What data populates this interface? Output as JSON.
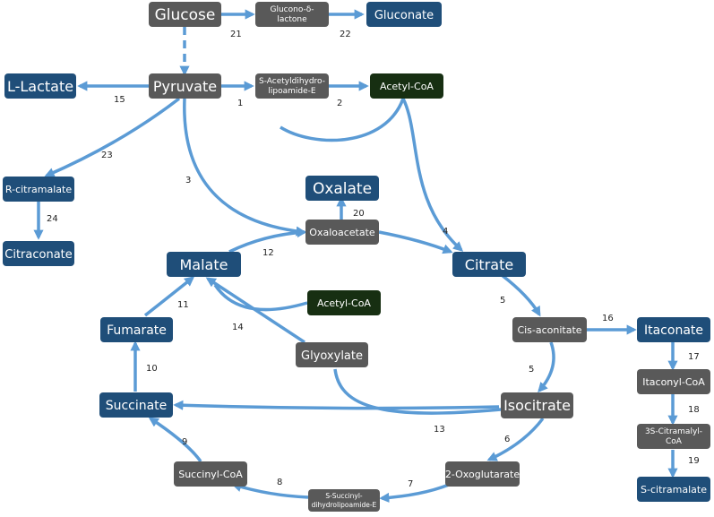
{
  "colors": {
    "metabolite_blue": "#1f4e79",
    "intermediate_gray": "#595959",
    "acetyl_coa_dark_green": "#172f12",
    "arrow_blue": "#5b9bd5",
    "text_white": "#ffffff",
    "step_number": "#222222"
  },
  "nodes": {
    "glucose": "Glucose",
    "glucono_delta_lactone_line1": "Glucono-δ-",
    "glucono_delta_lactone_line2": "lactone",
    "gluconate": "Gluconate",
    "l_lactate": "L-Lactate",
    "pyruvate": "Pyruvate",
    "s_acetyldihydrolipoamide_line1": "S-Acetyldihydro-",
    "s_acetyldihydrolipoamide_line2": "lipoamide-E",
    "acetyl_coa_top": "Acetyl-CoA",
    "r_citramalate": "R-citramalate",
    "citraconate": "Citraconate",
    "oxalate": "Oxalate",
    "oxaloacetate": "Oxaloacetate",
    "malate": "Malate",
    "citrate": "Citrate",
    "acetyl_coa_mid": "Acetyl-CoA",
    "fumarate": "Fumarate",
    "cis_aconitate": "Cis-aconitate",
    "itaconate": "Itaconate",
    "glyoxylate": "Glyoxylate",
    "itaconyl_coa": "Itaconyl-CoA",
    "succinate": "Succinate",
    "isocitrate": "Isocitrate",
    "citramalyl_coa_line1": "3S-Citramalyl-",
    "citramalyl_coa_line2": "CoA",
    "succinyl_coa": "Succinyl-CoA",
    "oxoglutarate": "2-Oxoglutarate",
    "s_succinyl_line1": "S-Succinyl-",
    "s_succinyl_line2": "dihydrolipoamide-E",
    "s_citramalate": "S-citramalate"
  },
  "step_numbers": {
    "s1": "1",
    "s2": "2",
    "s3": "3",
    "s4": "4",
    "s5a": "5",
    "s5b": "5",
    "s6": "6",
    "s7": "7",
    "s8": "8",
    "s9": "9",
    "s10": "10",
    "s11": "11",
    "s12": "12",
    "s13": "13",
    "s14": "14",
    "s15": "15",
    "s16": "16",
    "s17": "17",
    "s18": "18",
    "s19": "19",
    "s20": "20",
    "s21": "21",
    "s22": "22",
    "s23": "23",
    "s24": "24"
  }
}
